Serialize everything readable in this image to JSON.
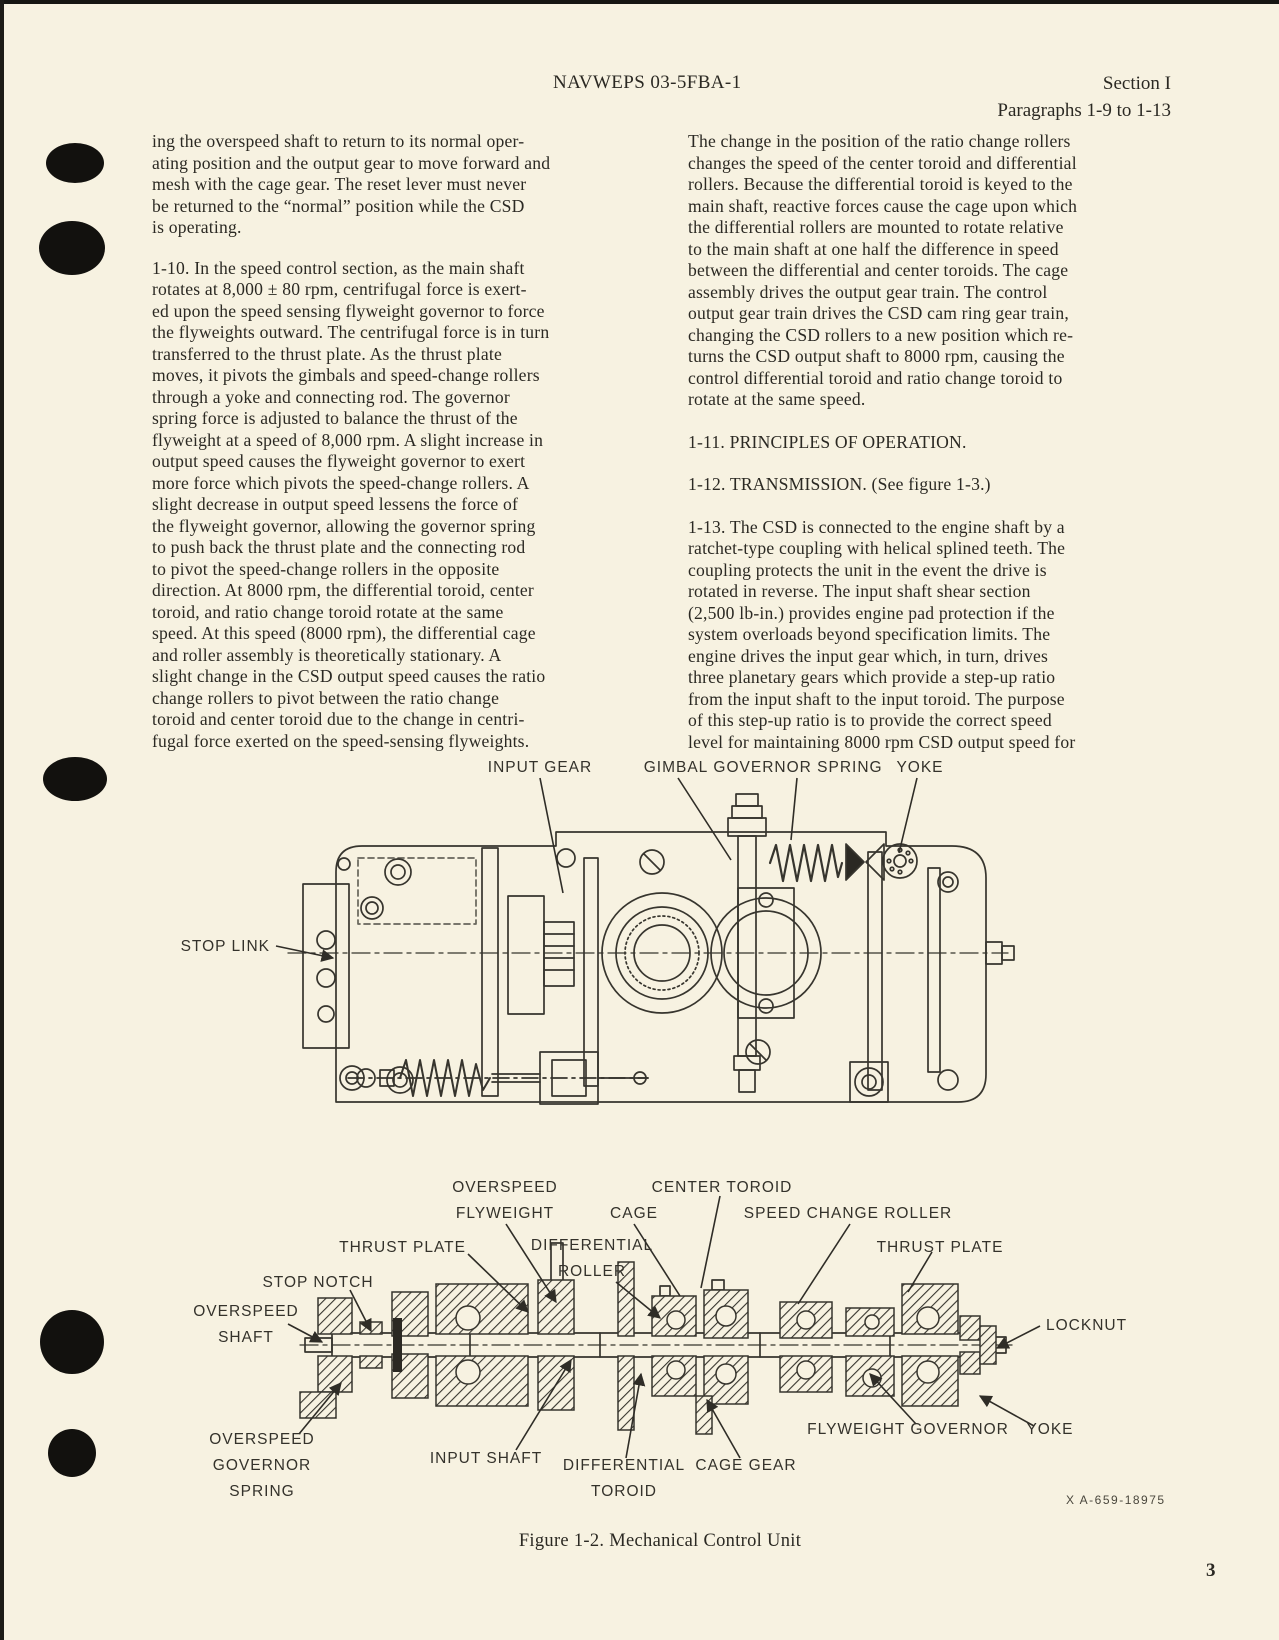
{
  "page": {
    "background": "#f7f2e1",
    "ink": "#2b2923",
    "number": "3"
  },
  "header": {
    "doc_number": "NAVWEPS 03-5FBA-1",
    "section": "Section I",
    "paragraph_range": "Paragraphs 1-9 to 1-13"
  },
  "left_column": {
    "paragraph_continuation": [
      "ing the overspeed shaft to return to its normal oper-",
      "ating position and the output gear to move forward and",
      "mesh with the cage gear. The reset lever must never",
      "be returned to the “normal” position while the CSD",
      "is operating."
    ],
    "paragraph_1_10": [
      "1-10. In the speed control section, as the main shaft",
      "rotates at 8,000 ± 80 rpm, centrifugal force is exert-",
      "ed upon the speed sensing flyweight governor to force",
      "the flyweights outward. The centrifugal force is in turn",
      "transferred to the thrust plate. As the thrust plate",
      "moves, it pivots the gimbals and speed-change rollers",
      "through a yoke and connecting rod. The governor",
      "spring force is adjusted to balance the thrust of the",
      "flyweight at a speed of 8,000 rpm. A slight increase in",
      "output speed causes the flyweight governor to exert",
      "more force which pivots the speed-change rollers. A",
      "slight decrease in output speed lessens the force of",
      "the flyweight governor, allowing the governor spring",
      "to push back the thrust plate and the connecting rod",
      "to pivot the speed-change rollers in the opposite",
      "direction. At 8000 rpm, the differential toroid, center",
      "toroid, and ratio change toroid rotate at the same",
      "speed. At this speed (8000 rpm), the differential cage",
      "and roller assembly is theoretically stationary. A",
      "slight change in the CSD output speed causes the ratio",
      "change rollers to pivot between the ratio change",
      "toroid and center toroid due to the change in centri-",
      "fugal force exerted on the speed-sensing flyweights."
    ]
  },
  "right_column": {
    "paragraph_continuation": [
      "The change in the position of the ratio change rollers",
      "changes the speed of the center toroid and differential",
      "rollers. Because the differential toroid is keyed to the",
      "main shaft, reactive forces cause the cage upon which",
      "the differential rollers are mounted to rotate relative",
      "to the main shaft at one half the difference in speed",
      "between the differential and center toroids. The cage",
      "assembly drives the output gear train. The control",
      "output gear train drives the CSD cam ring gear train,",
      "changing the CSD rollers to a new position which re-",
      "turns the CSD output shaft to 8000 rpm, causing the",
      "control differential toroid and ratio change toroid to",
      "rotate at the same speed."
    ],
    "heading_1_11": "1-11. PRINCIPLES OF OPERATION.",
    "heading_1_12": "1-12. TRANSMISSION. (See figure 1-3.)",
    "paragraph_1_13": [
      "1-13. The CSD is connected to the engine shaft by a",
      "ratchet-type coupling with helical splined teeth. The",
      "coupling protects the unit in the event the drive is",
      "rotated in reverse. The input shaft shear section",
      "(2,500 lb-in.) provides engine pad protection if the",
      "system overloads beyond specification limits. The",
      "engine drives the input gear which, in turn, drives",
      "three planetary gears which provide a step-up ratio",
      "from the input shaft to the input toroid. The purpose",
      "of this step-up ratio is to provide the correct speed",
      "level for maintaining 8000 rpm CSD output speed for"
    ]
  },
  "figure": {
    "caption": "Figure 1-2. Mechanical Control Unit",
    "credit": "X A-659-18975",
    "labels": {
      "input_gear": "INPUT GEAR",
      "gimbal": "GIMBAL",
      "governor_spring": "GOVERNOR SPRING",
      "yoke_top": "YOKE",
      "stop_link": "STOP LINK",
      "overspeed_flyweight": [
        "OVERSPEED",
        "FLYWEIGHT"
      ],
      "center_toroid": "CENTER TOROID",
      "cage": "CAGE",
      "speed_change_roller": "SPEED CHANGE ROLLER",
      "thrust_plate_left": "THRUST PLATE",
      "differential_roller": [
        "DIFFERENTIAL",
        "ROLLER"
      ],
      "thrust_plate_right": "THRUST PLATE",
      "stop_notch": "STOP NOTCH",
      "overspeed_shaft": [
        "OVERSPEED",
        "SHAFT"
      ],
      "locknut": "LOCKNUT",
      "input_shaft": "INPUT SHAFT",
      "overspeed_governor_spring": [
        "OVERSPEED",
        "GOVERNOR",
        "SPRING"
      ],
      "differential_toroid": [
        "DIFFERENTIAL",
        "TOROID"
      ],
      "cage_gear": "CAGE GEAR",
      "flyweight_governor": "FLYWEIGHT GOVERNOR",
      "yoke_bottom": "YOKE"
    }
  }
}
